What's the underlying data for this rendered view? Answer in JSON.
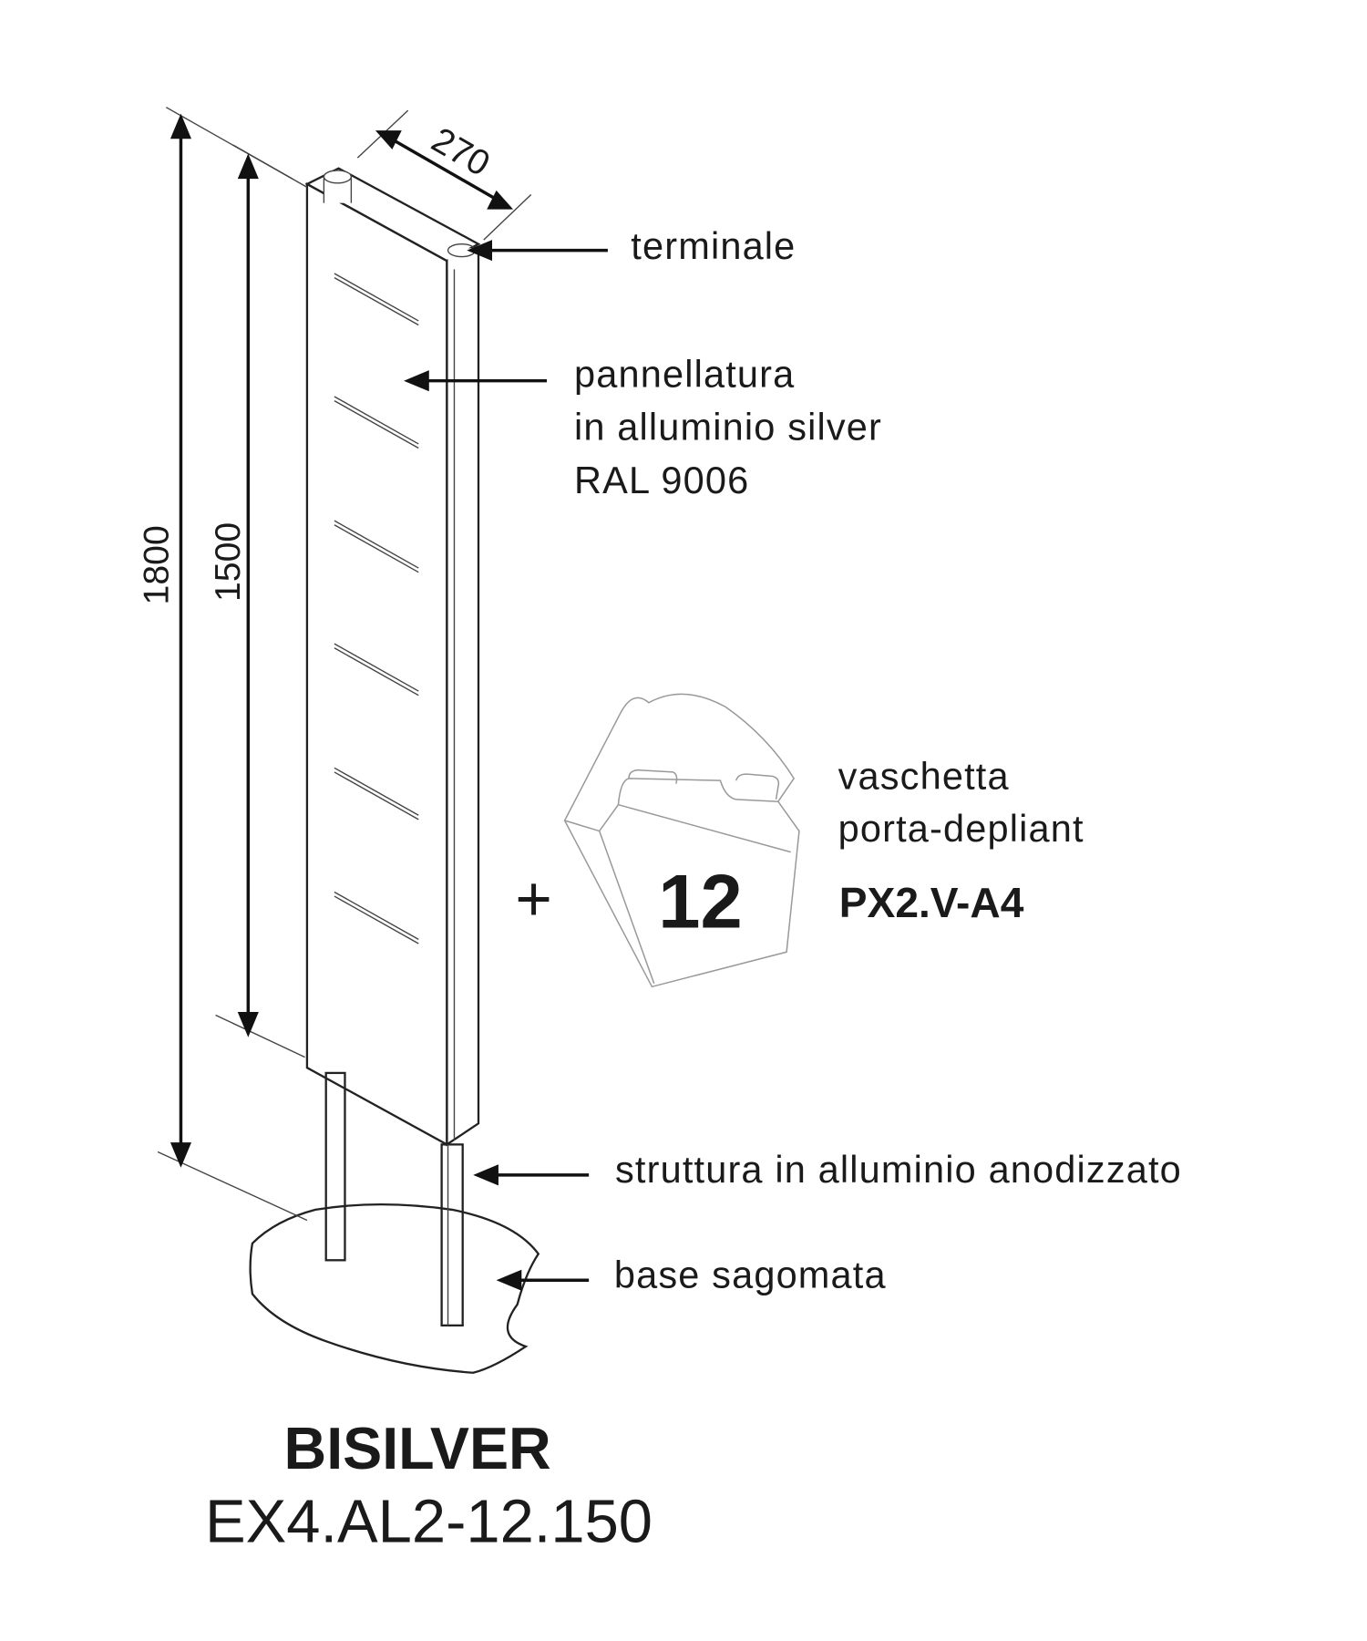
{
  "dimensions": {
    "height_total": "1800",
    "height_panel": "1500",
    "width": "270"
  },
  "labels": {
    "terminale": "terminale",
    "panel_line1": "pannellatura",
    "panel_line2": "in alluminio silver",
    "panel_line3": "RAL 9006",
    "tray_line1": "vaschetta",
    "tray_line2": "porta-depliant",
    "tray_code": "PX2.V-A4",
    "structure": "struttura in alluminio anodizzato",
    "base": "base sagomata"
  },
  "accessory": {
    "plus": "+",
    "quantity": "12"
  },
  "product": {
    "name": "BISILVER",
    "code": "EX4.AL2-12.150"
  },
  "colors": {
    "line": "#222222",
    "background": "#ffffff"
  }
}
